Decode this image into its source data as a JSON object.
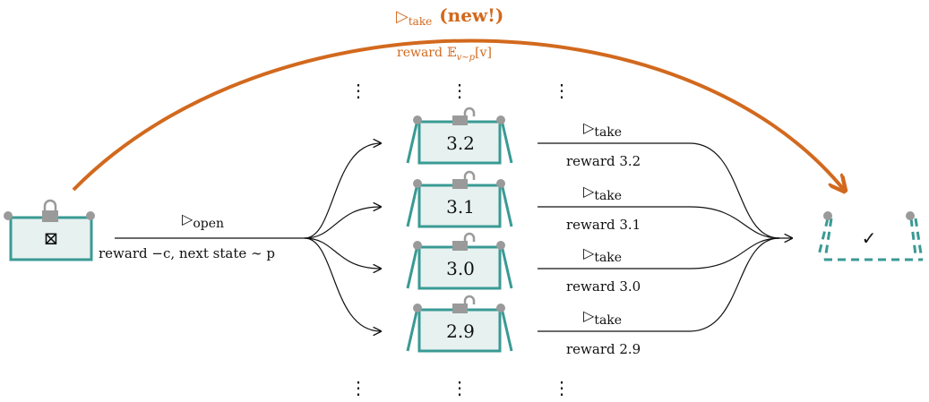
{
  "new_action": {
    "symbol": "▷",
    "subscript": "take",
    "emphasis": "(new!)",
    "reward_prefix": "reward",
    "reward_expr": "𝔼",
    "reward_sub": "v∼p",
    "reward_suffix": "[v]"
  },
  "start_box": {
    "symbol": "⊠"
  },
  "open_action": {
    "symbol": "▷",
    "subscript": "open",
    "reward_text": "reward −c, next state ∼ p"
  },
  "boxes": [
    {
      "value": "3.2",
      "take_symbol": "▷",
      "take_sub": "take",
      "reward": "reward 3.2"
    },
    {
      "value": "3.1",
      "take_symbol": "▷",
      "take_sub": "take",
      "reward": "reward 3.1"
    },
    {
      "value": "3.0",
      "take_symbol": "▷",
      "take_sub": "take",
      "reward": "reward 3.0"
    },
    {
      "value": "2.9",
      "take_symbol": "▷",
      "take_sub": "take",
      "reward": "reward 2.9"
    }
  ],
  "end_box": {
    "symbol": "✓"
  },
  "ellipsis": "⋮",
  "colors": {
    "teal": "#3A9A94",
    "teal_fill": "#E6F1F0",
    "gray": "#9A9A9A",
    "orange": "#D2691E",
    "line": "#111111"
  }
}
